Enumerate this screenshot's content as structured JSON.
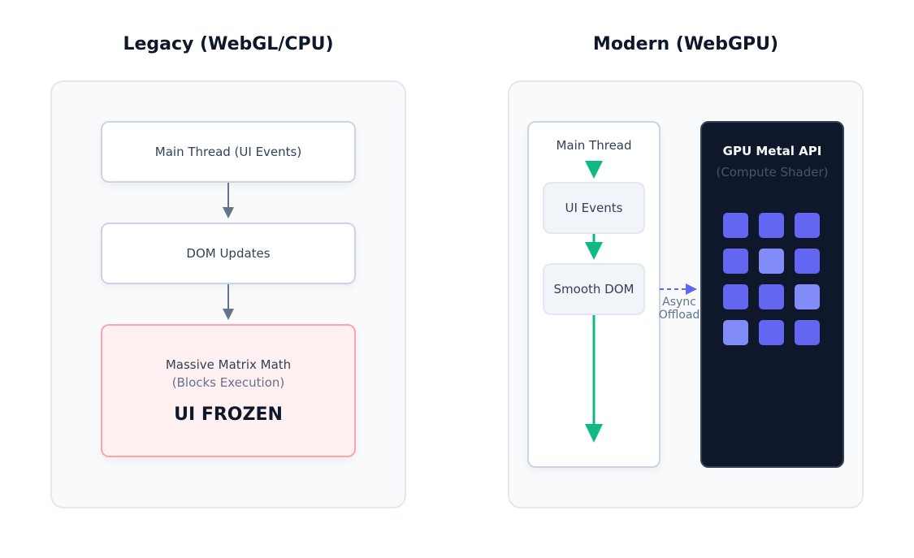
{
  "legacy": {
    "title": "Legacy (WebGL/CPU)",
    "steps": [
      "Main Thread (UI Events)",
      "DOM Updates"
    ],
    "blocking_box": {
      "line1": "Massive Matrix Math",
      "line2": "(Blocks Execution)",
      "status": "UI FROZEN"
    }
  },
  "modern": {
    "title": "Modern (WebGPU)",
    "main_thread": {
      "label": "Main Thread",
      "steps": [
        "UI Events",
        "Smooth DOM"
      ]
    },
    "offload": {
      "line1": "Async",
      "line2": "Offload"
    },
    "gpu": {
      "title": "GPU Metal API",
      "subtitle": "(Compute Shader)",
      "grid": [
        [
          "active",
          "active",
          "active"
        ],
        [
          "active",
          "idle",
          "active"
        ],
        [
          "active",
          "active",
          "idle"
        ],
        [
          "idle",
          "active",
          "active"
        ]
      ]
    }
  },
  "colors": {
    "arrow_legacy": "#64748b",
    "arrow_modern": "#10b981",
    "offload": "#6366f1",
    "cell_active": "#6366f1",
    "cell_idle": "#818cf8"
  }
}
